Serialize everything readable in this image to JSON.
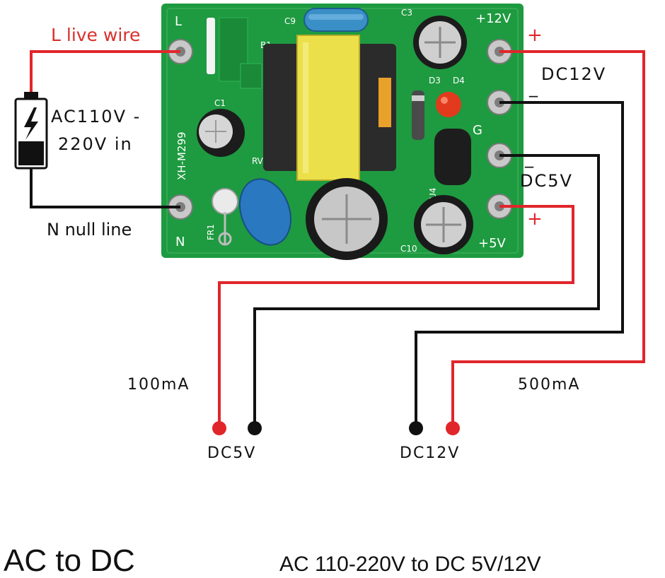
{
  "board": {
    "pad_L": "L",
    "pad_N": "N",
    "pad_12v": "+12V",
    "pad_G": "G",
    "pad_5v": "+5V",
    "model": "XH-M299",
    "c1": "C1",
    "c3": "C3",
    "c9": "C9",
    "c10": "C10",
    "b1": "B1",
    "d3": "D3",
    "d4": "D4",
    "u4": "U4",
    "rv": "RV",
    "fr1": "FR1"
  },
  "labels": {
    "live_wire": "L live wire",
    "ac_in_line1": "AC110V -",
    "ac_in_line2": "220V in",
    "null_line": "N null line",
    "dc12v_top": "DC12V",
    "dc5v_right": "DC5V",
    "plus_12v": "+",
    "minus_12v": "_",
    "minus_5v": "_",
    "plus_5v": "+",
    "current_5v": "100mA",
    "current_12v": "500mA",
    "dc5v_bottom": "DC5V",
    "dc12v_bottom": "DC12V"
  },
  "footer": {
    "left": "AC to DC",
    "right": "AC 110-220V to DC 5V/12V"
  },
  "colors": {
    "board": "#1e9a40",
    "wire_red": "#e0262b",
    "wire_black": "#111111",
    "live_text": "#d9302b",
    "transformer": "#ece04a"
  }
}
